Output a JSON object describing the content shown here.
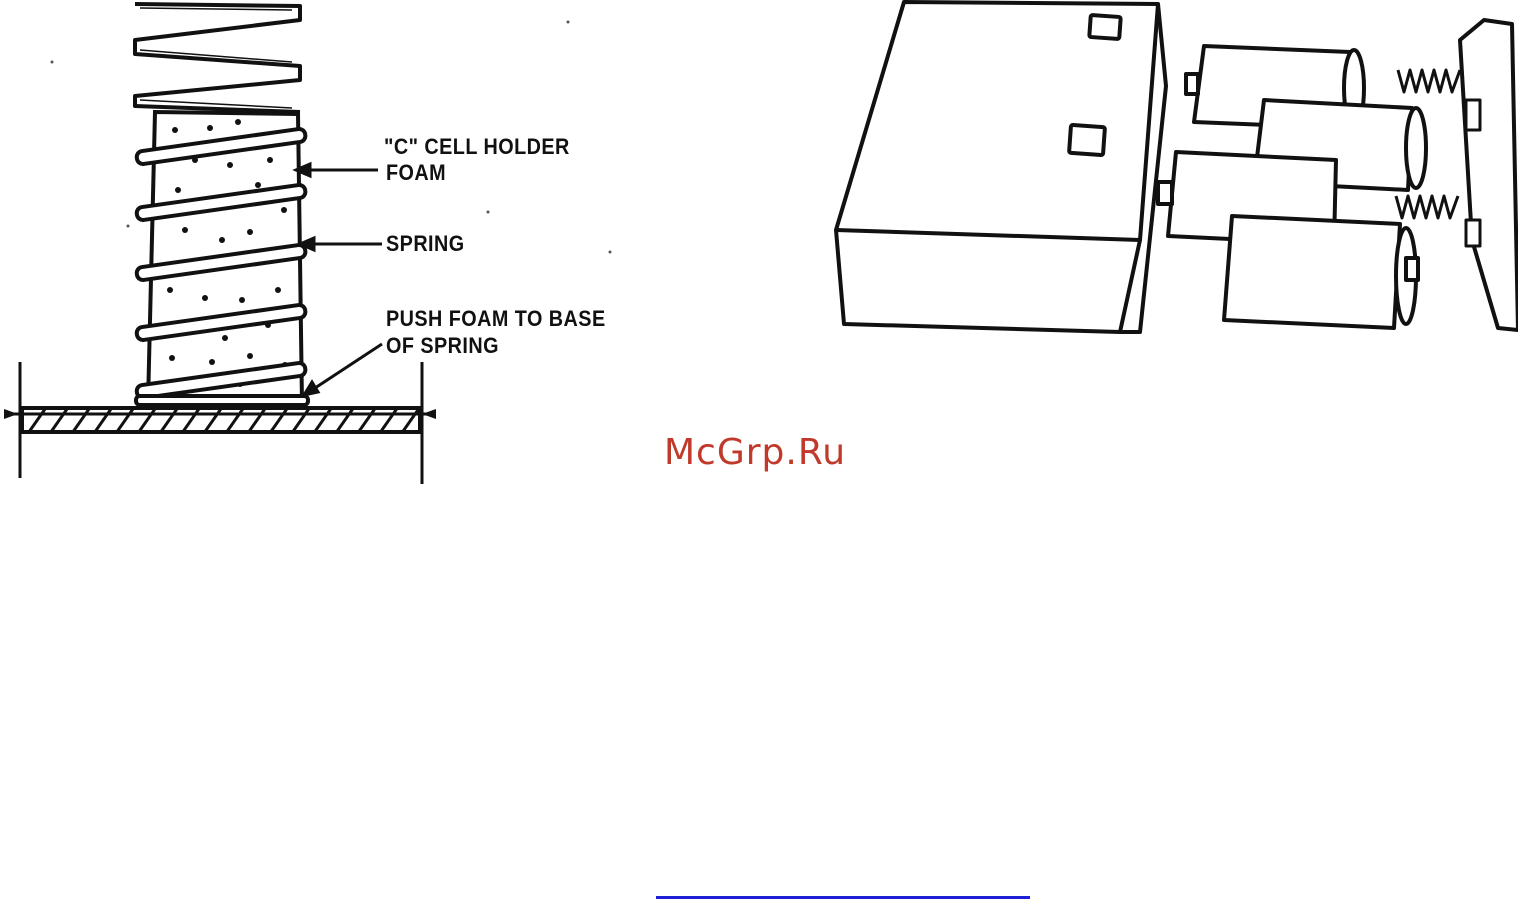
{
  "labels": {
    "c_cell_holder": "\"C\" CELL HOLDER",
    "foam": "FOAM",
    "spring": "SPRING",
    "push_line1": "PUSH FOAM  TO BASE",
    "push_line2": "OF SPRING"
  },
  "watermark": {
    "text": "McGrp.Ru",
    "color": "#c0392b"
  },
  "colors": {
    "ink": "#111111",
    "background": "#ffffff",
    "bottom_rule": "#1f1fd6"
  }
}
